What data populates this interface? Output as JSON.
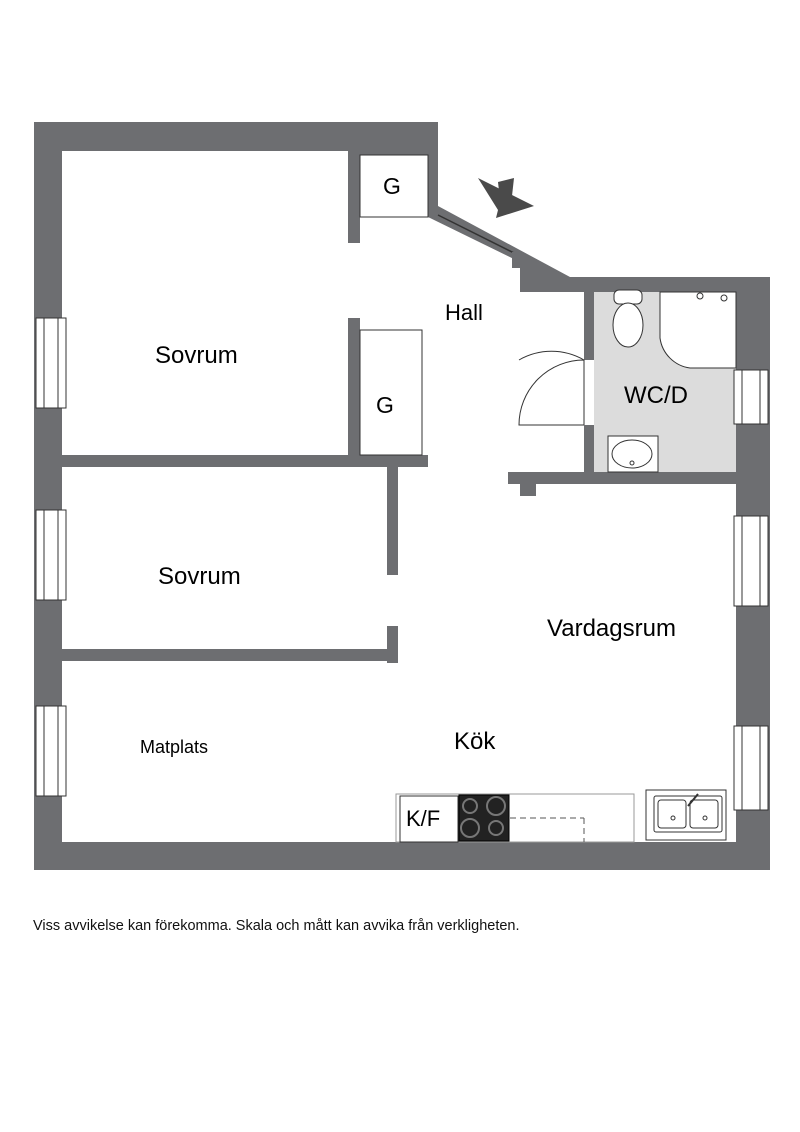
{
  "rooms": {
    "bedroom_1": "Sovrum",
    "bedroom_2": "Sovrum",
    "hall": "Hall",
    "wardrobe_1": "G",
    "wardrobe_2": "G",
    "bathroom": "WC/D",
    "living_room": "Vardagsrum",
    "dining": "Matplats",
    "kitchen": "Kök",
    "fridge_freezer": "K/F"
  },
  "disclaimer": "Viss avvikelse kan förekomma. Skala och mått kan avvika från verkligheten.",
  "colors": {
    "wall": "#6d6e71",
    "wall_outline": "#4a4a4a",
    "bathroom_floor": "#dcdcdc",
    "floor": "#ffffff"
  },
  "icons": [
    "north-arrow-icon",
    "toilet-icon",
    "shower-icon",
    "washbasin-icon",
    "stove-icon",
    "sink-icon",
    "window-icon",
    "door-swing-icon"
  ]
}
